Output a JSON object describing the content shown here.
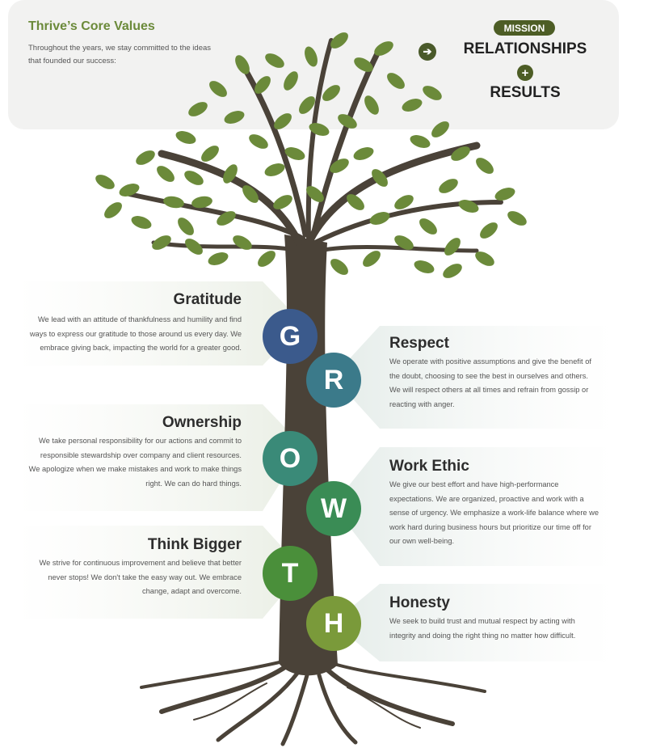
{
  "header": {
    "title": "Thrive’s Core Values",
    "intro": "Throughout the years, we stay committed to the ideas that founded our success:",
    "mission_badge": "MISSION",
    "line1": "RELATIONSHIPS",
    "line2": "RESULTS"
  },
  "values": [
    {
      "letter": "G",
      "heading": "Gratitude",
      "text": "We lead with an attitude of thankfulness and humility and find ways to express our gratitude to those around us every day. We embrace giving back, impacting the world for a greater good.",
      "color": "#3b5a8c"
    },
    {
      "letter": "R",
      "heading": "Respect",
      "text": "We operate with positive assumptions and give the benefit of the doubt, choosing to see the best in ourselves and others. We will respect others at all times and refrain from gossip or reacting with anger.",
      "color": "#3b7a8a"
    },
    {
      "letter": "O",
      "heading": "Ownership",
      "text": "We take personal responsibility for our actions and commit to responsible stewardship over company and client resources. We apologize when we make mistakes and work to make things right. We can do hard things.",
      "color": "#3a8a78"
    },
    {
      "letter": "W",
      "heading": "Work Ethic",
      "text": "We give our best effort and have high-performance expectations. We are organized, proactive and work with a sense of urgency. We emphasize a work-life balance where we work hard during business hours but prioritize our time off for our own well-being.",
      "color": "#3a8c55"
    },
    {
      "letter": "T",
      "heading": "Think Bigger",
      "text": "We strive for continuous improvement and believe that better never stops! We don't take the easy way out. We embrace change, adapt and overcome.",
      "color": "#4a8f3a"
    },
    {
      "letter": "H",
      "heading": "Honesty",
      "text": "We seek to build trust and mutual respect by acting with integrity and doing the right thing no matter how difficult.",
      "color": "#7a9a3a"
    }
  ],
  "colors": {
    "leaf": "#6b8a3a",
    "trunk": "#4a4238",
    "accent": "#4d5d25"
  }
}
